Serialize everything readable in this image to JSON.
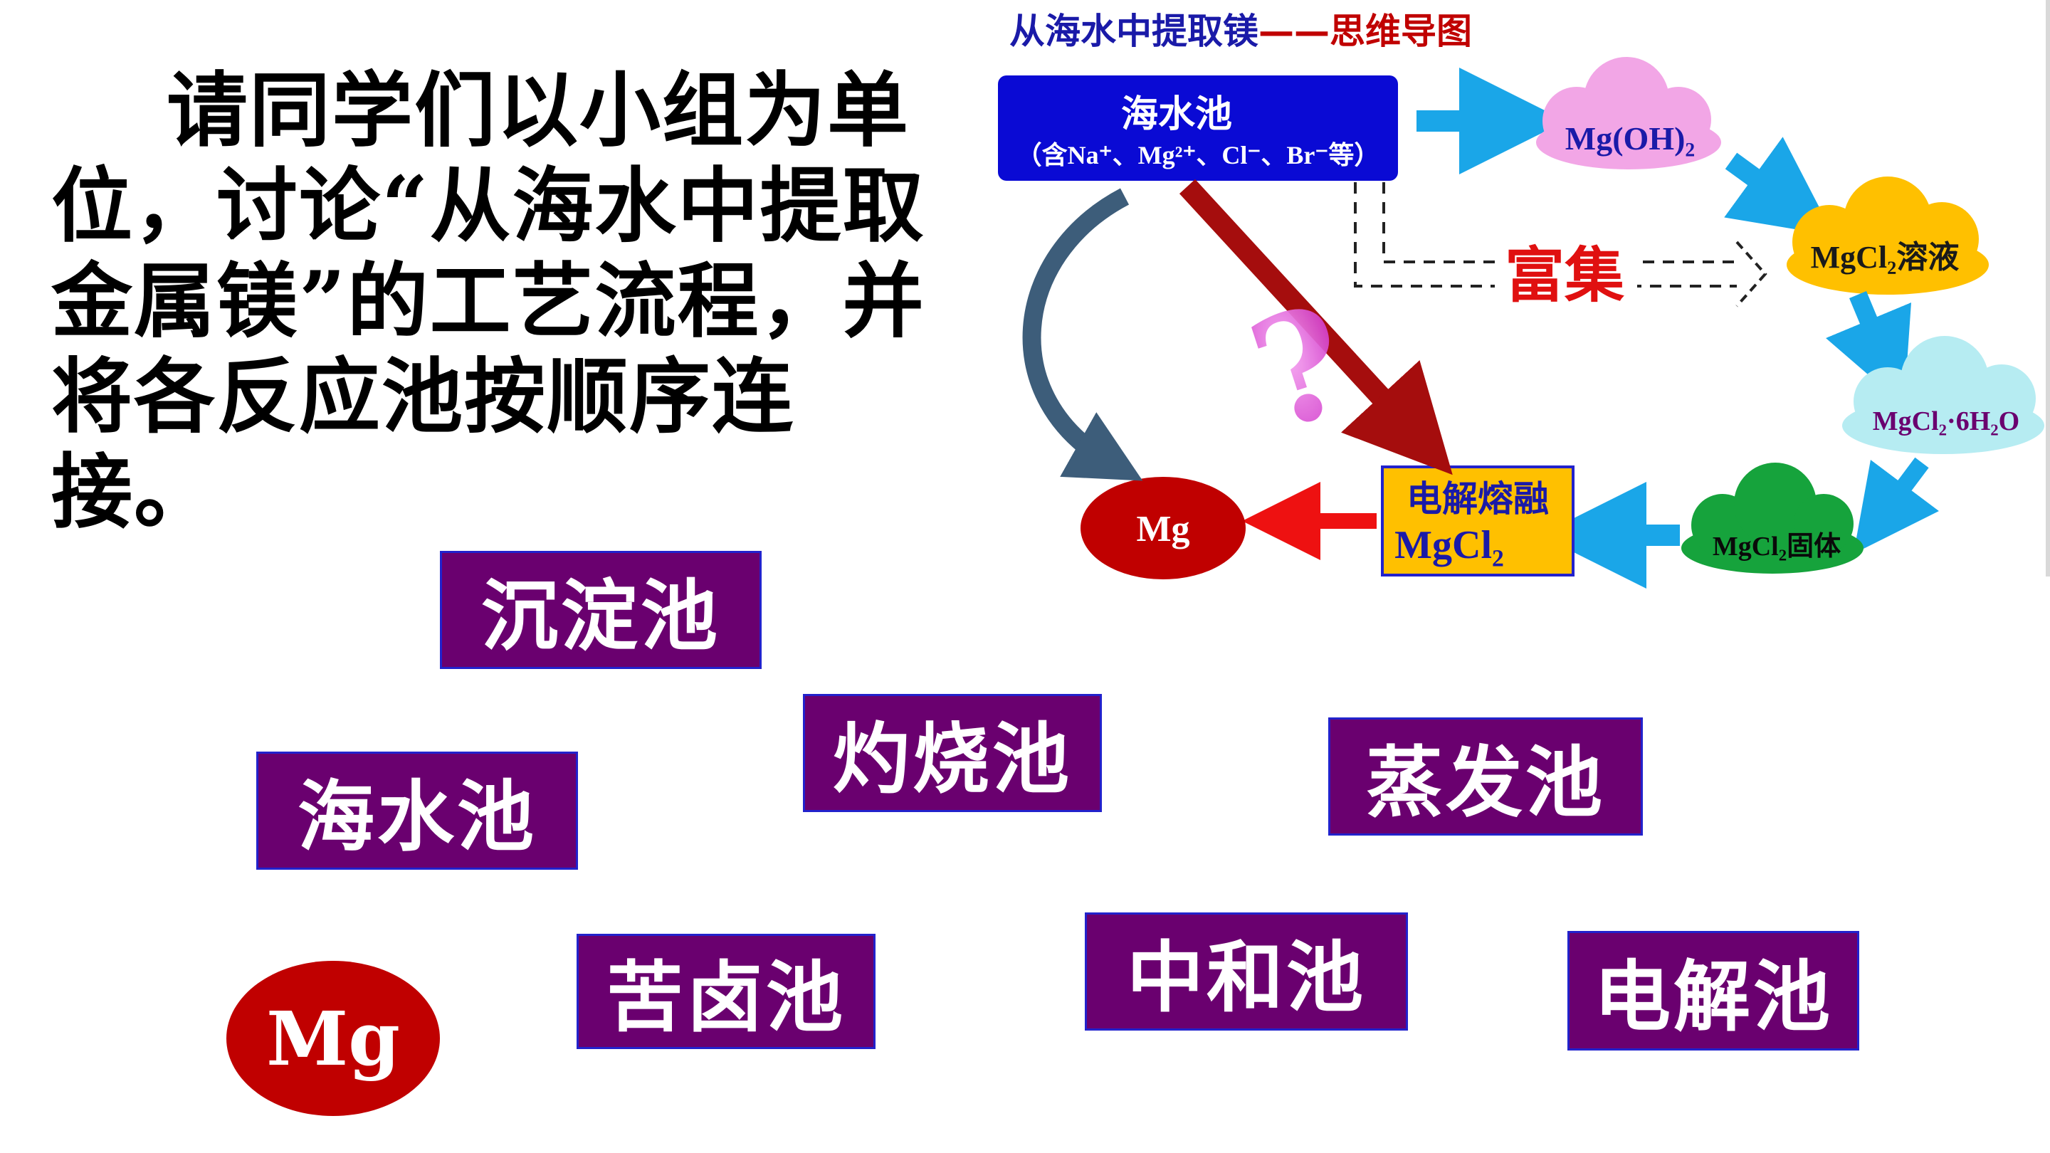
{
  "instruction": "请同学们以小组为单位，讨论“从海水中提取金属镁”的工艺流程，并将各反应池按顺序连接。",
  "map_title": {
    "part1": "从海水中提取镁",
    "dash": "——",
    "part2": "思维导图"
  },
  "diagram": {
    "seawater_title": "海水池",
    "seawater_sub": "（含Na⁺、Mg²⁺、Cl⁻、Br⁻等）",
    "mgoh2": "Mg(OH)₂",
    "mgcl2_solution": "MgCl₂溶液",
    "mgcl2_hydrate": "MgCl₂·6H₂O",
    "mgcl2_solid": "MgCl₂固体",
    "electrolysis_line1": "电解熔融",
    "electrolysis_line2": "MgCl₂",
    "mg_product": "Mg",
    "enrich_label": "富集",
    "question_mark": "?"
  },
  "tiles": {
    "precipitation": "沉淀池",
    "calcination": "灼烧池",
    "evaporation": "蒸发池",
    "seawater": "海水池",
    "bittern": "苦卤池",
    "neutralization": "中和池",
    "electrolysis": "电解池"
  },
  "mg_big": "Mg",
  "colors": {
    "tile_fill": "#6a006f",
    "tile_border": "#2222cc",
    "seawater_box": "#0a0ad4",
    "mg_red": "#c00000",
    "arrow_blue": "#1aa6e8",
    "arrow_darkred": "#a50d0d",
    "cloud_pink": "#f2a6e6",
    "cloud_yellow": "#ffc000",
    "cloud_cyan": "#b6ecf2",
    "cloud_green": "#16a33c",
    "electrolysis_box": "#ffc000"
  }
}
